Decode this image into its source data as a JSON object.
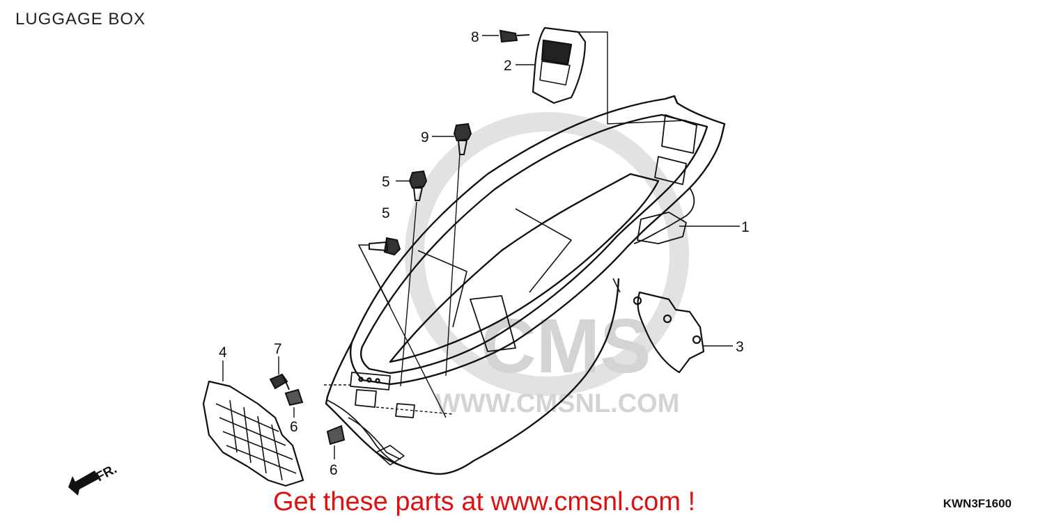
{
  "diagram": {
    "title": "LUGGAGE BOX",
    "code": "KWN3F1600",
    "banner": "Get these parts at www.cmsnl.com !",
    "watermark": {
      "brand": "CMS",
      "url": "WWW.CMSNL.COM"
    },
    "direction_label": "FR.",
    "callouts": [
      {
        "id": "c1",
        "label": "1"
      },
      {
        "id": "c2",
        "label": "2"
      },
      {
        "id": "c3",
        "label": "3"
      },
      {
        "id": "c4",
        "label": "4"
      },
      {
        "id": "c5a",
        "label": "5"
      },
      {
        "id": "c5b",
        "label": "5"
      },
      {
        "id": "c6a",
        "label": "6"
      },
      {
        "id": "c6b",
        "label": "6"
      },
      {
        "id": "c7",
        "label": "7"
      },
      {
        "id": "c8",
        "label": "8"
      },
      {
        "id": "c9",
        "label": "9"
      }
    ],
    "colors": {
      "banner": "#e01010",
      "line": "#111111",
      "watermark": "#d9d9d9"
    }
  }
}
